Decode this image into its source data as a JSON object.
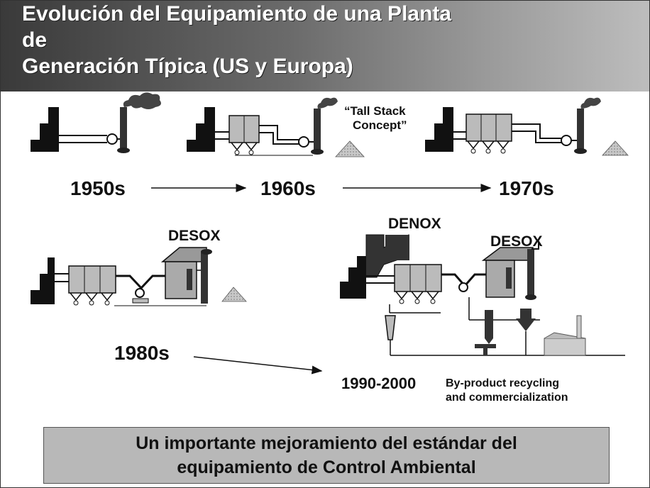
{
  "title": {
    "line1": "Evolución del Equipamiento de una Planta",
    "line2": "de",
    "line3": "Generación Típica (US y Europa)"
  },
  "decades": {
    "d1950": "1950s",
    "d1960": "1960s",
    "d1970": "1970s",
    "d1980": "1980s",
    "d1990": "1990-2000"
  },
  "labels": {
    "tall_stack_1": "“Tall Stack",
    "tall_stack_2": "Concept”",
    "desox_1980": "DESOX",
    "denox_1990": "DENOX",
    "desox_1990": "DESOX",
    "byproduct_1": "By-product recycling",
    "byproduct_2": "and commercialization"
  },
  "banner": {
    "line1": "Un importante mejoramiento del estándar del",
    "line2": "equipamiento de Control Ambiental"
  },
  "colors": {
    "title_dark": "#3a3a3a",
    "title_light": "#bdbdbd",
    "banner": "#b8b8b8",
    "ink": "#111111"
  }
}
